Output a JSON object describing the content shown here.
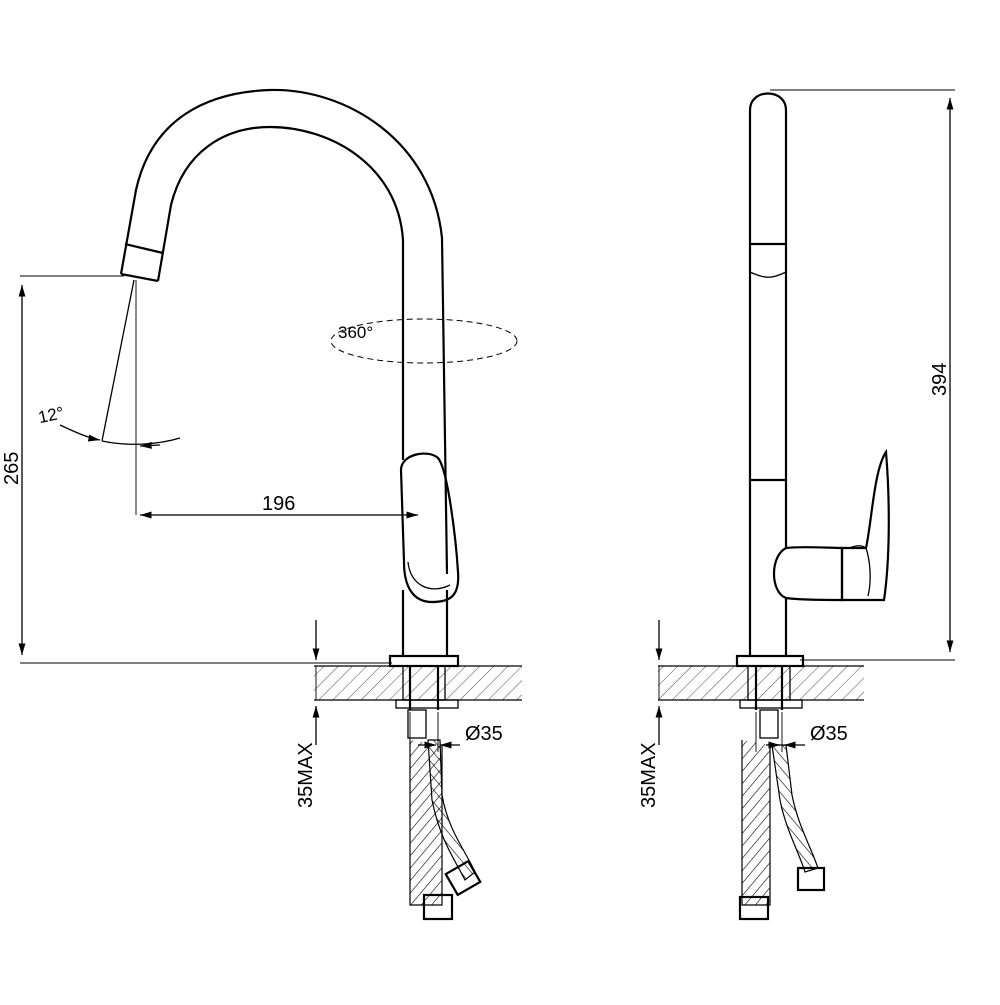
{
  "views": {
    "front": {
      "dims": {
        "height": "265",
        "reach": "196",
        "rotation": "360°",
        "tilt": "12°",
        "hole_diameter": "Ø35",
        "counter_thickness": "35MAX"
      }
    },
    "side": {
      "dims": {
        "total_height": "394",
        "hole_diameter": "Ø35",
        "counter_thickness": "35MAX"
      }
    }
  }
}
